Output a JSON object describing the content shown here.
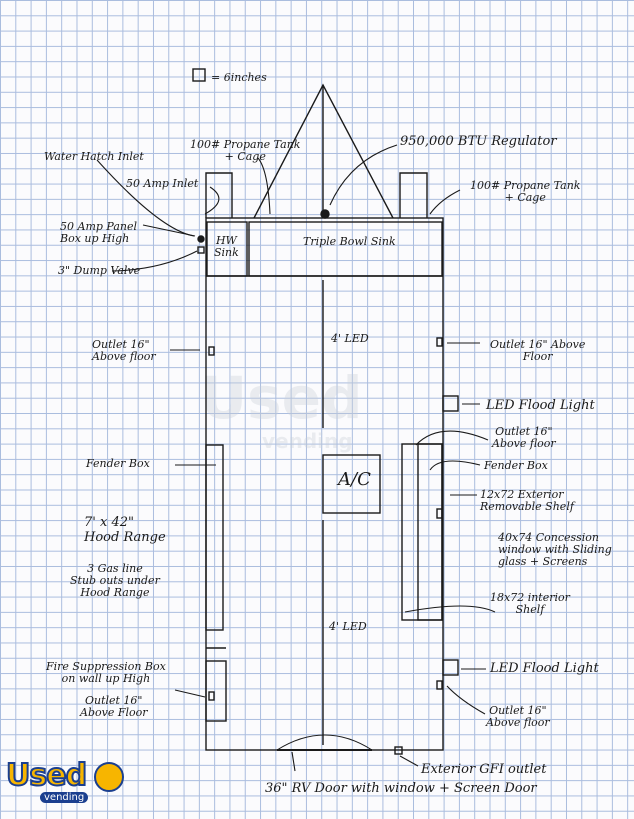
{
  "scale_note": "= 6inches",
  "labels": {
    "water_hatch": "Water Hatch Inlet",
    "propane_left_1": "100# Propane Tank",
    "propane_left_2": "+ Cage",
    "regulator": "950,000 BTU Regulator",
    "amp_inlet": "50 Amp Inlet",
    "propane_right_1": "100# Propane Tank",
    "propane_right_2": "+ Cage",
    "panel_1": "50 Amp Panel",
    "panel_2": "Box up High",
    "hw_sink_1": "HW",
    "hw_sink_2": "Sink",
    "triple_sink": "Triple Bowl Sink",
    "dump_valve": "3\" Dump Valve",
    "led_top": "4' LED",
    "outlet_l1_1": "Outlet 16\"",
    "outlet_l1_2": "Above floor",
    "outlet_r1_1": "Outlet 16\" Above",
    "outlet_r1_2": "Floor",
    "led_flood_top": "LED Flood Light",
    "outlet_r2_1": "Outlet 16\"",
    "outlet_r2_2": "Above floor",
    "fender_left": "Fender Box",
    "fender_right": "Fender Box",
    "ac": "A/C",
    "ext_shelf_1": "12x72 Exterior",
    "ext_shelf_2": "Removable Shelf",
    "hood_1": "7' x 42\"",
    "hood_2": "Hood Range",
    "concession_1": "40x74 Concession",
    "concession_2": "window with Sliding",
    "concession_3": "glass + Screens",
    "gas_1": "3 Gas line",
    "gas_2": "Stub outs under",
    "gas_3": "Hood Range",
    "int_shelf_1": "18x72 interior",
    "int_shelf_2": "Shelf",
    "led_bottom": "4' LED",
    "fire_1": "Fire Suppression Box",
    "fire_2": "on wall up High",
    "led_flood_bottom": "LED Flood Light",
    "outlet_l2_1": "Outlet 16\"",
    "outlet_l2_2": "Above Floor",
    "outlet_r3_1": "Outlet 16\"",
    "outlet_r3_2": "Above floor",
    "gfi": "Exterior GFI outlet",
    "rv_door": "36\" RV Door with window + Screen Door"
  },
  "watermark": {
    "text": "Used",
    "sub": "vending"
  },
  "logo": {
    "text": "Used",
    "sub": "vending"
  },
  "colors": {
    "ink": "#1a1a1a",
    "grid": "#8fa8d4",
    "logo_yellow": "#f7b500",
    "logo_blue": "#1b3f8f"
  }
}
